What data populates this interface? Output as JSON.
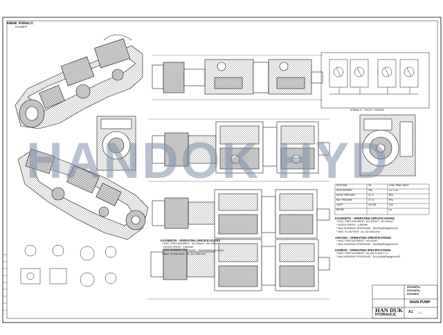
{
  "header": {
    "logo_text": "HANDOK HYDRAULIC",
    "sheet_ref": "K5V200DTH"
  },
  "watermark": "HANDOK HYD",
  "left_spec_block": {
    "section1_title": "K3V280DTH - OPERATING SPECIFICATIONS",
    "section1_lines": [
      "* MAX. DISPLACEMENT : A1=200cm³ , A2=200cm³",
      "* RATED SPEED : 1,800min",
      "* MAX WORKING PRESSURE : 35(350)MPa(kgf/cm²)G",
      "* MAX. FLOW RATE : A1, A2=360L/min"
    ],
    "section2_title": "A3VC26S - OPERATING SPECIFICATIONS",
    "section2_lines": [
      "* MAX. DISPLACEMENT : A3=43cm³",
      "* MAX WORKING PRESSURE : 36(360)MPa(kgf/cm²)G"
    ],
    "section3_title": "K5V80TE - OPERATING SPECIFICATIONS",
    "section3_lines": [
      "* MAX. DISPLACEMENT : A5, A5=74.8cm³ X 2",
      "* MAX WORKING PRESSURE : 34.3(350)MPa(kgf/cm²)G"
    ]
  },
  "title_block": {
    "model_lines": [
      "K5V200DTH+",
      "K5V140DTH+",
      "K5V200DTH"
    ],
    "company_name": "HAN DUK",
    "company_sub": "HYDRAULIC",
    "drawing_title": "MAIN PUMP",
    "size": "A1",
    "scale": "1:1"
  },
  "hydraulic_circuit_caption": "HYDRAULIC CIRCUIT DIAGRAM",
  "spec_table": {
    "rows": [
      [
        "ROTATION",
        "CW",
        "VIEW FROM SHAFT"
      ],
      [
        "DISPLACEMENT",
        "200",
        "cm³/rev"
      ],
      [
        "RATED PRESSURE",
        "34.3",
        "MPa"
      ],
      [
        "MAX PRESSURE",
        "37.8",
        "MPa"
      ],
      [
        "SHAFT",
        "SPLINE",
        "SAE"
      ],
      [
        "WEIGHT",
        "—",
        "kg"
      ]
    ]
  },
  "colors": {
    "line": "#141414",
    "watermark": "#7f90aa",
    "paper": "#ffffff"
  }
}
